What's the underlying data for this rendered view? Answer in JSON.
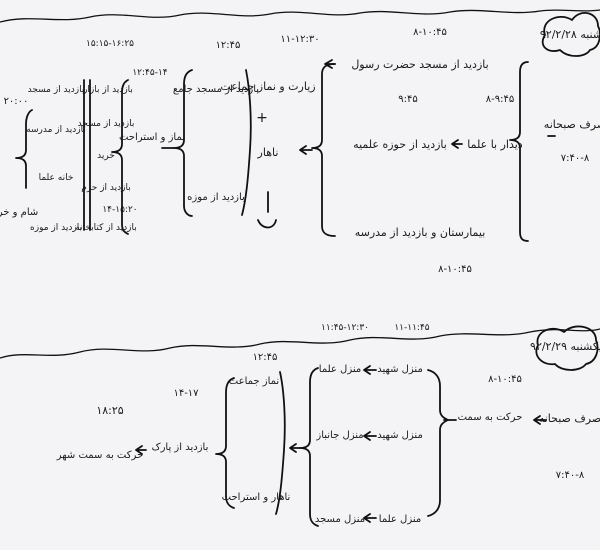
{
  "top": {
    "date_label": "شنبه ۹۲/۲/۲۸",
    "start_label": "صرف صبحانه",
    "start_time": "۷:۴۰-۸",
    "branch_top": "بازدید از مسجد حضرت رسول",
    "branch_top_time": "۸-۱۰:۴۵",
    "branch_middle": "دیدار با علما",
    "branch_middle_time": "۸-۹:۴۵",
    "branch_middle_sub": "بازدید از حوزه علمیه",
    "branch_middle_sub_time": "۹:۴۵",
    "branch_bottom": "بیمارستان و بازدید از مدرسه",
    "branch_bottom_time": "۸-۱۰:۴۵",
    "merge_time": "۱۱-۱۲:۳۰",
    "merge_label": "زیارت و نماز جماعت",
    "merge_plus": "+",
    "lunch_label": "ناهار",
    "stage3_top": "بازدید از مسجد جامع",
    "stage3_time": "۱۲:۴۵",
    "stage3_bottom": "بازدید از موزه",
    "stage4_label": "نماز و استراحت",
    "stage5_time_a": "۱۲:۴۵-۱۴",
    "stage5_time_b": "۱۵:۱۵-۱۶:۲۵",
    "stage5_time_c": "۱۴-۱۵:۲۰",
    "stage5_items": [
      "بازدید از بازار",
      "بازدید از مسجد",
      "خرید",
      "بازدید از حرم",
      "بازدید از کتابخانه"
    ],
    "stage6_items": [
      "بازدید از مسجد",
      "بازدید از مدرسه",
      "خانه علما",
      "بازدید از موزه"
    ],
    "end_time": "۲۰:۰۰",
    "end_label": "شام و خرید"
  },
  "bottom": {
    "date_label": "یکشنبه ۹۲/۲/۲۹",
    "start_label": "صرف صبحانه",
    "start_time": "۷:۴۰-۸",
    "step2_label": "حرکت به سمت",
    "step2_time": "۸-۱۰:۴۵",
    "branch_top": "منزل شهید",
    "branch_top_time": "۱۱:۴۵-۱۲:۳۰",
    "branch_top_left": "منزل علما",
    "branch_middle": "منزل شهید",
    "branch_middle_left": "منزل جانباز",
    "branch_bottom": "منزل علما",
    "branch_bottom_left": "منزل مسجد",
    "branch_time_right": "۱۱-۱۱:۴۵",
    "merge_time": "۱۲:۴۵",
    "merge_top": "نماز جماعت",
    "merge_bottom": "ناهار و استراحت",
    "next_time": "۱۴-۱۷",
    "next_label": "بازدید از پارک",
    "end_time": "۱۸:۲۵",
    "end_label": "حرکت به سمت شهر"
  }
}
